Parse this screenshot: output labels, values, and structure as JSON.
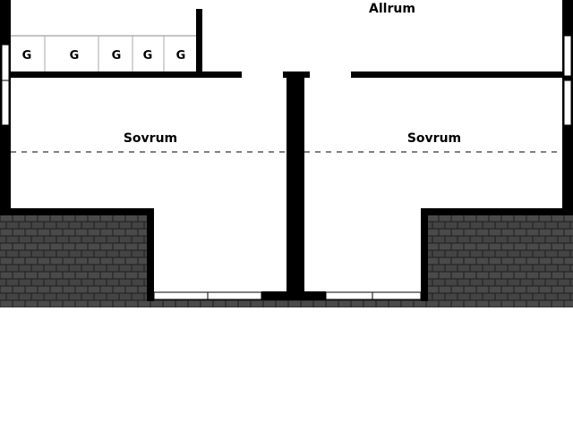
{
  "rooms": {
    "allrum": "Allrum",
    "sovrum_left": "Sovrum",
    "sovrum_right": "Sovrum"
  },
  "closets": [
    {
      "label": "G"
    },
    {
      "label": "G"
    },
    {
      "label": "G"
    },
    {
      "label": "G"
    },
    {
      "label": "G"
    }
  ],
  "colors": {
    "wall": "#000000",
    "roof_tile": "#3c3c3c",
    "roof_tile_edge": "#1a1a1a",
    "background": "#ffffff"
  }
}
